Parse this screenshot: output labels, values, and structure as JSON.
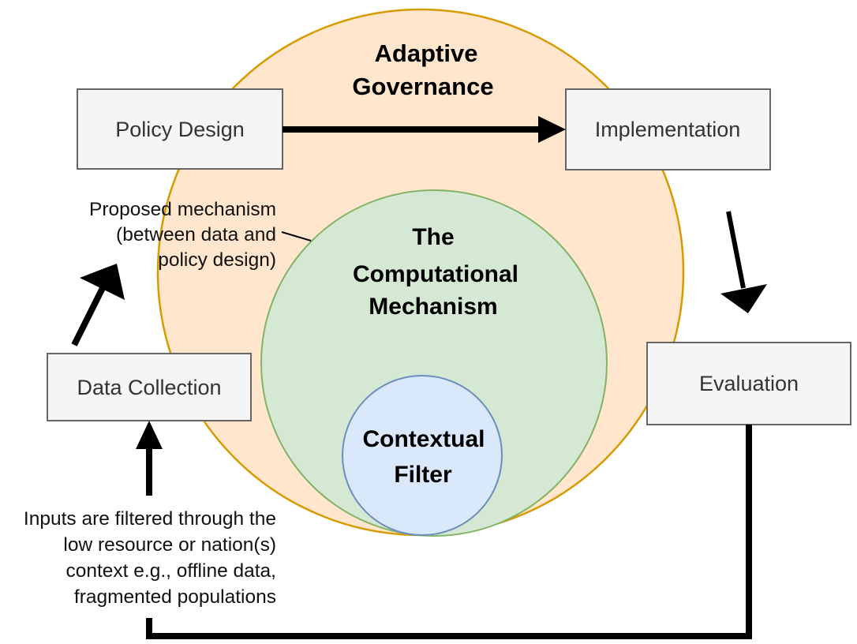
{
  "colors": {
    "governance_fill": "#ffe6cc",
    "governance_stroke": "#d79b00",
    "mechanism_fill": "#d5e8d4",
    "mechanism_stroke": "#82b366",
    "filter_fill": "#dae8fc",
    "filter_stroke": "#6c8ebf",
    "box_fill": "#f5f5f5",
    "box_stroke": "#666666",
    "arrow": "#000000"
  },
  "circles": {
    "governance": {
      "title_lines": [
        "Adaptive",
        "Governance"
      ]
    },
    "mechanism": {
      "title_lines": [
        "The",
        "Computational",
        "Mechanism"
      ]
    },
    "filter": {
      "title_lines": [
        "Contextual",
        "Filter"
      ]
    }
  },
  "boxes": {
    "policy_design": "Policy Design",
    "implementation": "Implementation",
    "evaluation": "Evaluation",
    "data_collection": "Data Collection"
  },
  "annotations": {
    "proposed_mechanism": [
      "Proposed mechanism",
      "(between data and",
      "policy design)"
    ],
    "inputs_filtered": [
      "Inputs are filtered through the",
      "low resource or nation(s)",
      "context e.g., offline data,",
      "fragmented populations"
    ]
  },
  "flow": [
    "Data Collection → Policy Design",
    "Policy Design → Implementation",
    "Implementation → Evaluation",
    "Evaluation → Data Collection"
  ]
}
